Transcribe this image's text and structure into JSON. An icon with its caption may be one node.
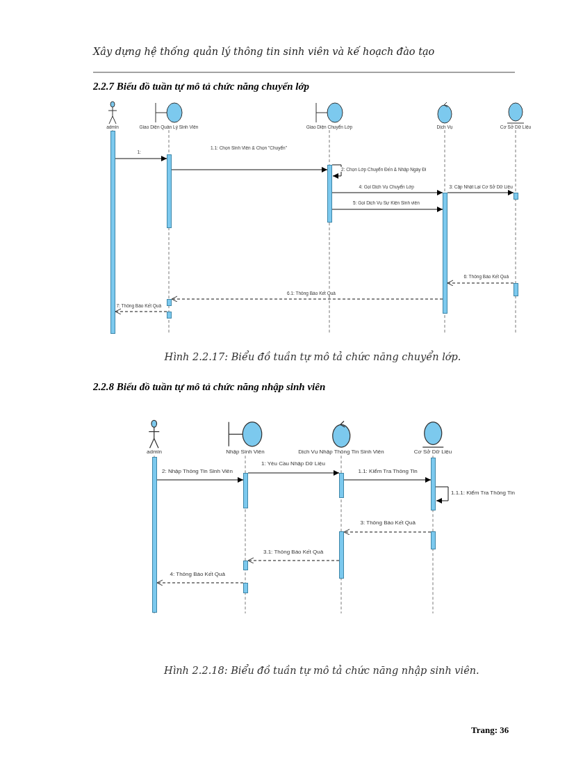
{
  "diagram": {
    "nodes": [
      {
        "text": [
          "admin"
        ]
      },
      {
        "text": [
          "Giao Diện Quản Lý Sinh Viên"
        ]
      },
      {
        "text": [
          "Giao Diện Chuyển Lớp"
        ]
      },
      {
        "text": [
          "Dịch Vụ"
        ]
      },
      {
        "text": [
          "Cơ Sở Dữ Liệu"
        ]
      },
      {
        "text": [],
        "shape": "bar"
      },
      {
        "text": [],
        "shape": "bar"
      },
      {
        "text": [],
        "shape": "bar"
      },
      {
        "text": [],
        "shape": "bar"
      },
      {
        "text": [],
        "shape": "bar"
      },
      {
        "text": [],
        "shape": "bar"
      },
      {
        "text": [],
        "shape": "bar"
      },
      {
        "text": [],
        "shape": "bar"
      },
      {
        "text": [
          "admin"
        ]
      },
      {
        "text": [
          "Nhập Sinh Viên"
        ]
      },
      {
        "text": [
          "Dịch Vụ Nhập Thông Tin Sinh Viên"
        ]
      },
      {
        "text": [
          "Cơ Sở Dữ Liệu"
        ]
      },
      {
        "text": [],
        "shape": "bar"
      },
      {
        "text": [],
        "shape": "bar"
      },
      {
        "text": [],
        "shape": "bar"
      },
      {
        "text": [],
        "shape": "bar"
      },
      {
        "text": [],
        "shape": "bar"
      },
      {
        "text": [],
        "shape": "bar"
      },
      {
        "text": [],
        "shape": "bar"
      },
      {
        "text": [],
        "shape": "bar"
      }
    ],
    "edges": [
      {
        "from": 5,
        "to": 6,
        "arrow": "to",
        "label": "1:"
      },
      {
        "from": 6,
        "to": 9,
        "arrow": "to",
        "label": "1.1: Chọn Sinh Viên & Chọn \"Chuyển\""
      },
      {
        "from": 9,
        "to": 9,
        "arrow": "to",
        "label": "2: Chọn Lớp Chuyển Đến & Nhập Ngày Đi"
      },
      {
        "from": 9,
        "to": 10,
        "arrow": "to",
        "label": "4: Gọi Dịch Vụ Chuyển Lớp"
      },
      {
        "from": 10,
        "to": 11,
        "arrow": "to",
        "label": "3: Cập Nhật Lại Cơ Sở Dữ Liệu"
      },
      {
        "from": 9,
        "to": 10,
        "arrow": "to",
        "label": "5: Gọi Dịch Vụ Sự Kiện Sinh viên"
      },
      {
        "from": 12,
        "to": 10,
        "arrow": "to",
        "label": "6: Thông Báo Kết Quả",
        "style": "dashed"
      },
      {
        "from": 10,
        "to": 7,
        "arrow": "to",
        "label": "6.1: Thông Báo Kết Quả",
        "style": "dashed"
      },
      {
        "from": 8,
        "to": 5,
        "arrow": "to",
        "label": "7: Thông Báo Kết Quả",
        "style": "dashed"
      },
      {
        "from": 17,
        "to": 18,
        "arrow": "to",
        "label": "2: Nhập Thông Tin Sinh Viên"
      },
      {
        "from": 18,
        "to": 21,
        "arrow": "to",
        "label": "1: Yêu Cầu Nhập Dữ Liệu"
      },
      {
        "from": 21,
        "to": 23,
        "arrow": "to",
        "label": "1.1: Kiểm Tra Thông Tin"
      },
      {
        "from": 23,
        "to": 23,
        "arrow": "to",
        "label": "1.1.1: Kiểm Tra Thông Tin"
      },
      {
        "from": 24,
        "to": 22,
        "arrow": "to",
        "label": "3: Thông Báo Kết Quả",
        "style": "dashed"
      },
      {
        "from": 22,
        "to": 19,
        "arrow": "to",
        "label": "3.1: Thông Báo Kết Quả",
        "style": "dashed"
      },
      {
        "from": 20,
        "to": 17,
        "arrow": "to",
        "label": "4: Thông Báo Kết Quả",
        "style": "dashed"
      }
    ],
    "labels": [
      "Xây dựng hệ thống quản lý thông tin sinh viên và kế hoạch đào tạo",
      "2.2.7 Biểu đồ tuần tự mô tả chức năng chuyển lớp",
      "Hình 2.2.17: Biểu đồ tuần tự mô tả chức năng chuyển lớp.",
      "2.2.8 Biểu đồ tuần tự mô tả chức năng nhập sinh viên",
      "Hình 2.2.18: Biểu đồ tuần tự mô tả chức năng nhập sinh viên.",
      "Trang: 36"
    ]
  }
}
